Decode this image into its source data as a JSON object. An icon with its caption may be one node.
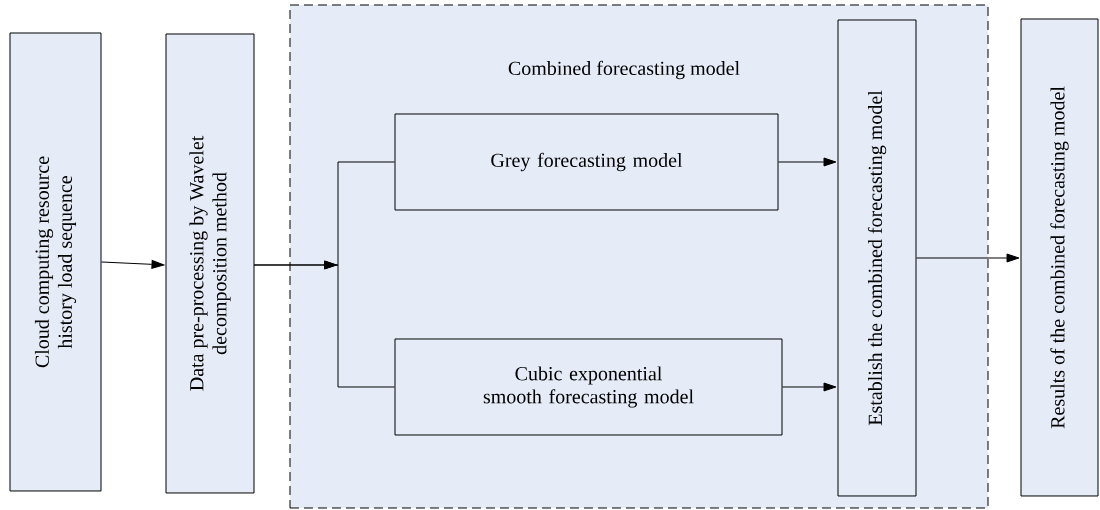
{
  "diagram": {
    "nodes": [
      {
        "text": [
          "Cloud computing resource history load sequence"
        ]
      },
      {
        "text": [
          "Data pre-processing by Wavelet decomposition method"
        ]
      },
      {
        "text": [
          "Combined forecasting model"
        ]
      },
      {
        "text": [
          "Grey forecasting model"
        ],
        "in": 2
      },
      {
        "text": [
          "Cubic exponential smooth forecasting model"
        ],
        "in": 2
      },
      {
        "text": [
          "Establish the combined forecasting model"
        ],
        "in": 2
      },
      {
        "text": [
          "Results of the combined forecasting model"
        ]
      }
    ],
    "edges": [
      {
        "from": 0,
        "to": 1,
        "arrow": "to"
      },
      {
        "from": 1,
        "to": 3,
        "arrow": "to"
      },
      {
        "from": 1,
        "to": 4,
        "arrow": "to"
      },
      {
        "from": 3,
        "to": 5,
        "arrow": "to"
      },
      {
        "from": 4,
        "to": 5,
        "arrow": "to"
      },
      {
        "from": 5,
        "to": 6,
        "arrow": "to"
      }
    ]
  }
}
